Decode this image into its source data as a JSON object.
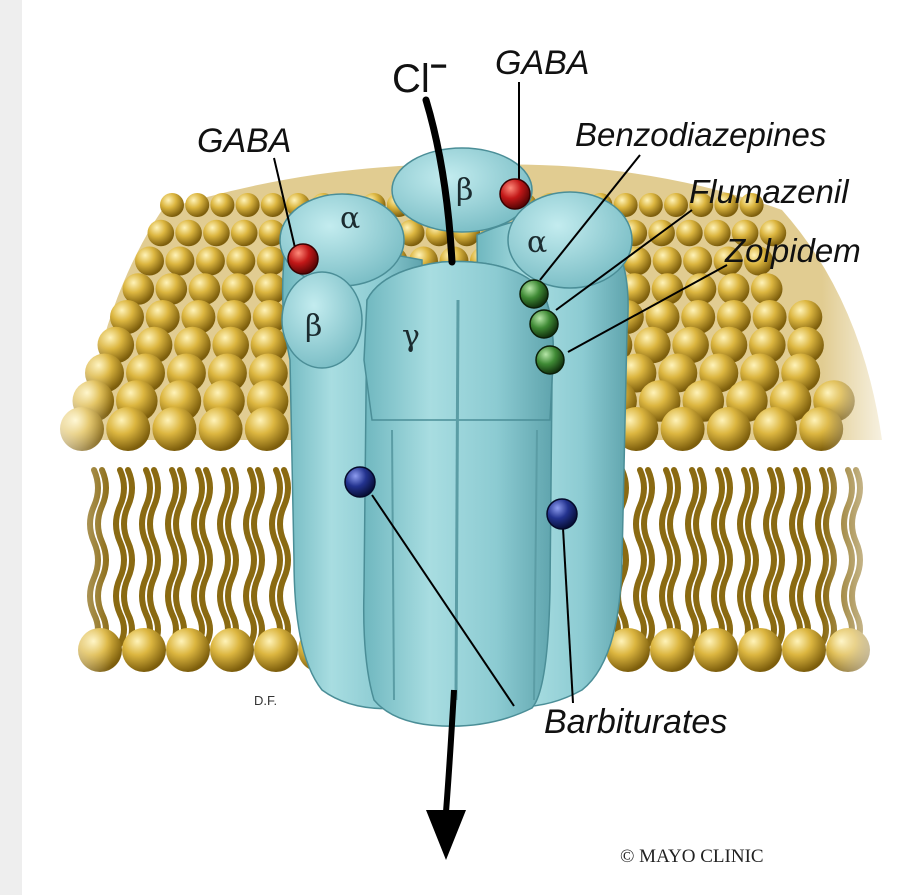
{
  "ion": {
    "symbol": "Cl",
    "charge": "−"
  },
  "subunits": {
    "alpha_left": "α",
    "beta_top": "β",
    "alpha_right": "α",
    "beta_left": "β",
    "gamma": "γ"
  },
  "labels": {
    "gaba_left": "GABA",
    "gaba_top": "GABA",
    "benzodiazepines": "Benzodiazepines",
    "flumazenil": "Flumazenil",
    "zolpidem": "Zolpidem",
    "barbiturates": "Barbiturates"
  },
  "artist_initials": "D.F.",
  "credit": "© MAYO CLINIC",
  "colors": {
    "gaba_site": "#c21818",
    "benzodiazepine_site": "#2f7a2a",
    "barbiturate_site": "#1c2a8c",
    "receptor": "#8fcdd3",
    "membrane_head": "#d8b23a"
  }
}
